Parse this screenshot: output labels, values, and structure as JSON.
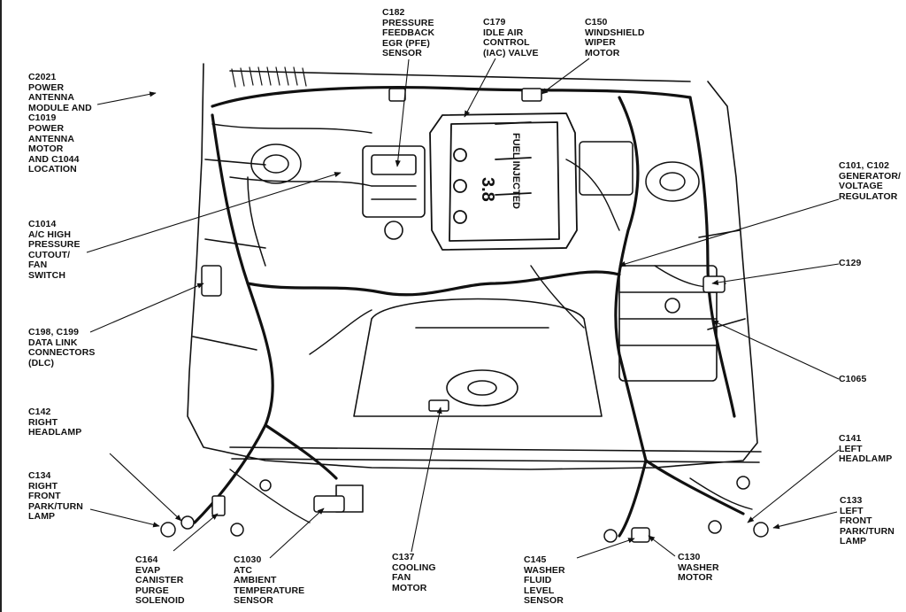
{
  "diagram": {
    "labels": {
      "c182": [
        "C182",
        "PRESSURE",
        "FEEDBACK",
        "EGR (PFE)",
        "SENSOR"
      ],
      "c179": [
        "C179",
        "IDLE AIR",
        "CONTROL",
        "(IAC) VALVE"
      ],
      "c150": [
        "C150",
        "WINDSHIELD",
        "WIPER",
        "MOTOR"
      ],
      "c2021": [
        "C2021",
        "POWER",
        "ANTENNA",
        "MODULE AND",
        "C1019",
        "POWER",
        "ANTENNA",
        "MOTOR",
        "AND C1044",
        "LOCATION"
      ],
      "c101": [
        "C101, C102",
        "GENERATOR/",
        "VOLTAGE",
        "REGULATOR"
      ],
      "c1014": [
        "C1014",
        "A/C HIGH",
        "PRESSURE",
        "CUTOUT/",
        "FAN",
        "SWITCH"
      ],
      "c129": [
        "C129"
      ],
      "c198": [
        "C198, C199",
        "DATA LINK",
        "CONNECTORS",
        "(DLC)"
      ],
      "c1065": [
        "C1065"
      ],
      "c142": [
        "C142",
        "RIGHT",
        "HEADLAMP"
      ],
      "c141": [
        "C141",
        "LEFT",
        "HEADLAMP"
      ],
      "c134": [
        "C134",
        "RIGHT",
        "FRONT",
        "PARK/TURN",
        "LAMP"
      ],
      "c133": [
        "C133",
        "LEFT",
        "FRONT",
        "PARK/TURN",
        "LAMP"
      ],
      "c164": [
        "C164",
        "EVAP",
        "CANISTER",
        "PURGE",
        "SOLENOID"
      ],
      "c1030": [
        "C1030",
        "ATC",
        "AMBIENT",
        "TEMPERATURE",
        "SENSOR"
      ],
      "c137": [
        "C137",
        "COOLING",
        "FAN",
        "MOTOR"
      ],
      "c145": [
        "C145",
        "WASHER",
        "FLUID",
        "LEVEL",
        "SENSOR"
      ],
      "c130": [
        "C130",
        "WASHER",
        "MOTOR"
      ]
    },
    "engine_marks": [
      "3.8",
      "FUEL INJECTED"
    ],
    "colors": {
      "ink": "#111111",
      "paper": "#ffffff"
    }
  }
}
